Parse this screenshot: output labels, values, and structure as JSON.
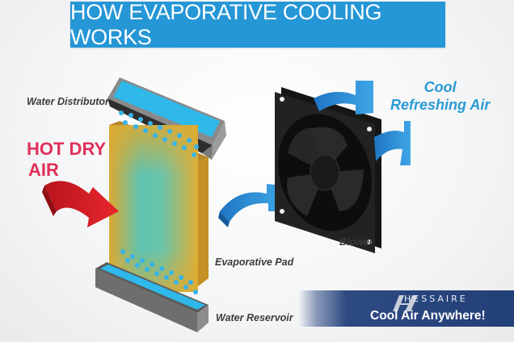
{
  "title": "HOW EVAPORATIVE COOLING WORKS",
  "labels": {
    "water_distributor": "Water Distributor",
    "hot_dry_air_line1": "HOT DRY",
    "hot_dry_air_line2": "AIR",
    "cool_air_line1": "Cool",
    "cool_air_line2": "Refreshing Air",
    "blower": "Blower",
    "evaporative_pad": "Evaporative Pad",
    "water_reservoir": "Water Reservoir"
  },
  "brand": {
    "name": "HESSAIRE",
    "tagline": "Cool Air Anywhere!"
  },
  "colors": {
    "title_bg": "#2596d6",
    "hot_air": "#e0315a",
    "cool_air": "#2b9ad6",
    "pad_gold": "#d9a52e",
    "water": "#2fb8ea",
    "brand_bg": "#223f78"
  }
}
